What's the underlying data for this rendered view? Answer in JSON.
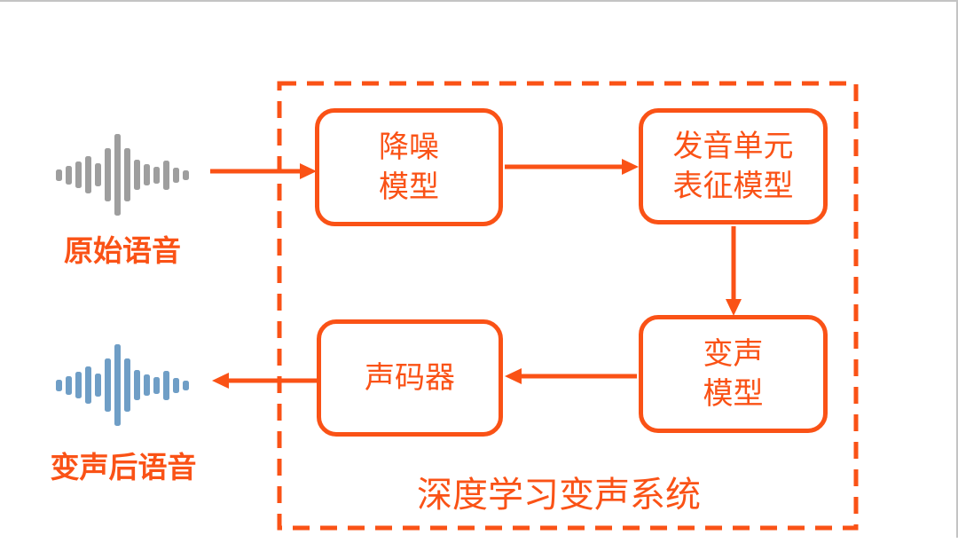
{
  "diagram": {
    "title": "深度学习变声系统",
    "colors": {
      "accent": "#FA5216",
      "gray_wave": "#9E9E9E",
      "blue_wave": "#6F9EC6",
      "frame": "#C4C4C4"
    },
    "input_label": "原始语音",
    "output_label": "变声后语音",
    "nodes": {
      "denoise": {
        "line1": "降噪",
        "line2": "模型"
      },
      "unit": {
        "line1": "发音单元",
        "line2": "表征模型"
      },
      "voice_change": {
        "line1": "变声",
        "line2": "模型"
      },
      "vocoder": {
        "line1": "声码器"
      }
    },
    "waveform": {
      "bars": [
        0.14,
        0.23,
        0.33,
        0.46,
        0.28,
        0.65,
        1.0,
        0.65,
        0.37,
        0.26,
        0.21,
        0.36,
        0.19,
        0.12
      ],
      "max_height": 92
    }
  }
}
